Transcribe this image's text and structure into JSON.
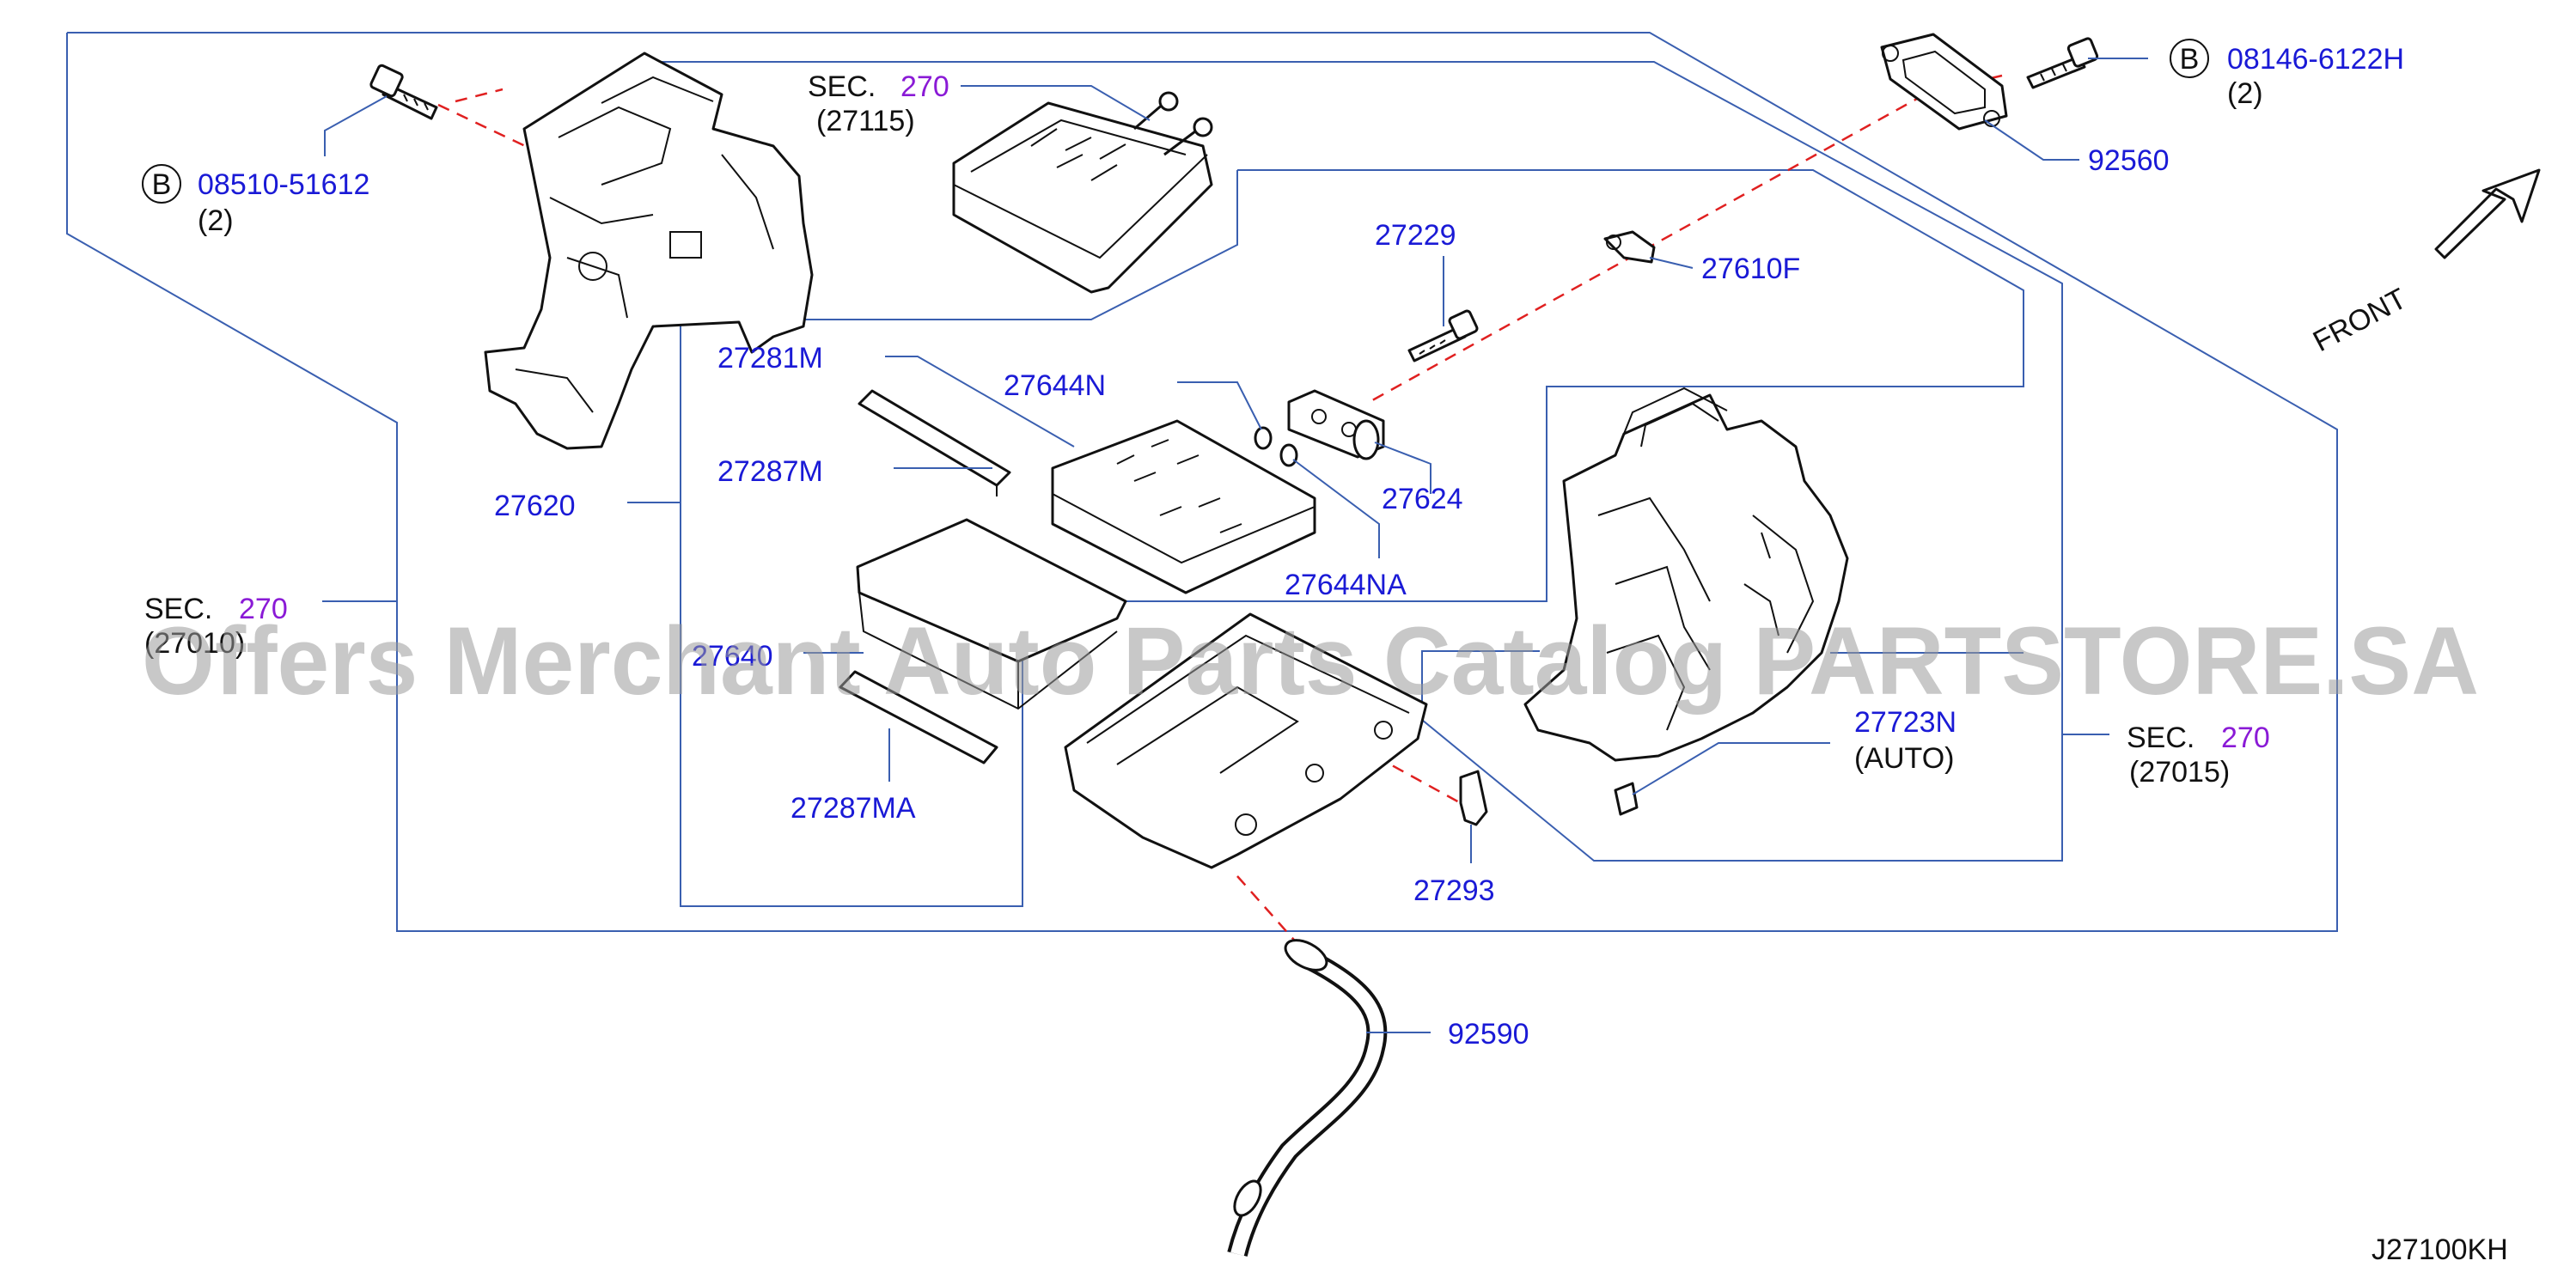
{
  "parts": {
    "bolt_left": "08510-51612",
    "bolt_left_qty": "(2)",
    "bolt_left_badge": "B",
    "sec_top": "SEC.",
    "sec_top_num": "270",
    "sec_top_sub": "(27115)",
    "p27229": "27229",
    "p27610F": "27610F",
    "bolt_right": "08146-6122H",
    "bolt_right_qty": "(2)",
    "bolt_right_badge": "B",
    "p92560": "92560",
    "front": "FRONT",
    "p27281M": "27281M",
    "p27644N": "27644N",
    "p27287M": "27287M",
    "p27620": "27620",
    "p27624": "27624",
    "p27644NA": "27644NA",
    "sec_left": "SEC.",
    "sec_left_num": "270",
    "sec_left_sub": "(27010)",
    "p27640": "27640",
    "p27723N": "27723N",
    "p27723N_note": "(AUTO)",
    "sec_right": "SEC.",
    "sec_right_num": "270",
    "sec_right_sub": "(27015)",
    "p27287MA": "27287MA",
    "p27293": "27293",
    "p92590": "92590",
    "diagram_code": "J27100KH"
  },
  "watermark": "Offers Merchant Auto Parts Catalog PARTSTORE.SA",
  "colors": {
    "label": "#1a1ad6",
    "section": "#8a1ad6",
    "frame": "#3a5fb0",
    "dash": "#e02020"
  }
}
